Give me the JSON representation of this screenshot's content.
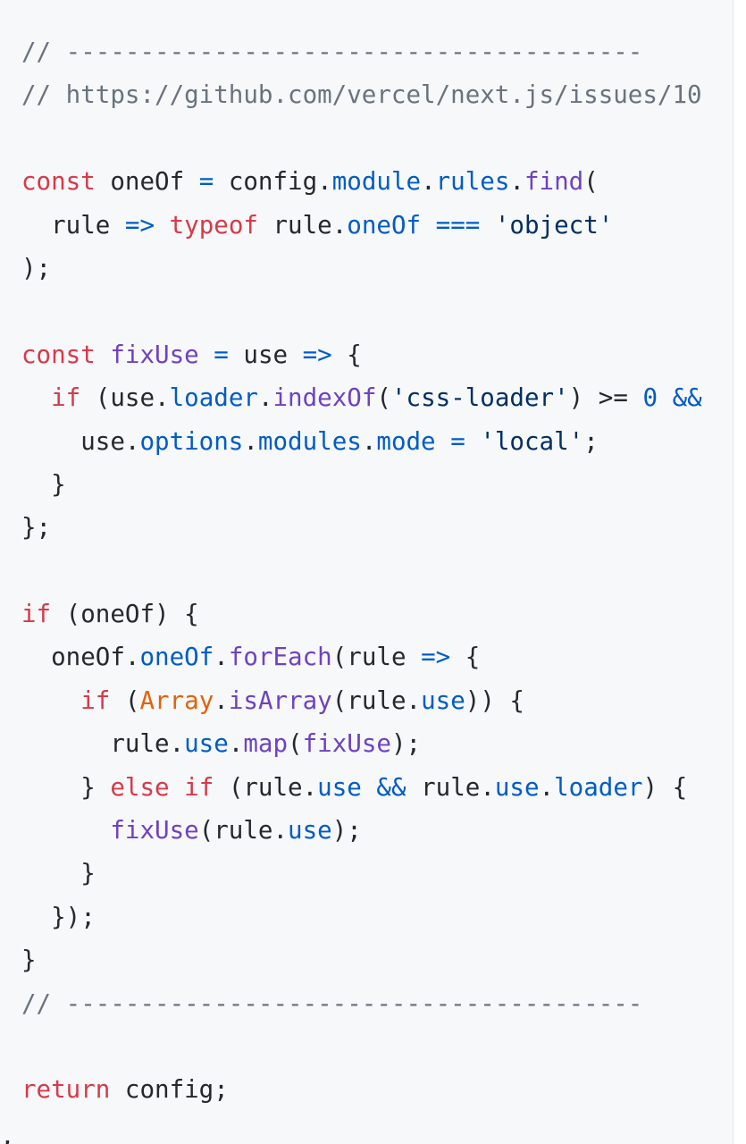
{
  "colors": {
    "background": "#f6f8fa",
    "text": "#24292e",
    "keyword": "#d73a49",
    "function": "#6f42c1",
    "property": "#005cc5",
    "string": "#032f62",
    "comment": "#6a737d",
    "builtin": "#e36209"
  },
  "code": {
    "lines": [
      [
        {
          "t": "// ---------------------------------------",
          "c": "comment"
        }
      ],
      [
        {
          "t": "// https://github.com/vercel/next.js/issues/10",
          "c": "comment"
        }
      ],
      [],
      [
        {
          "t": "const",
          "c": "keyword"
        },
        {
          "t": " oneOf ",
          "c": "plain"
        },
        {
          "t": "=",
          "c": "property"
        },
        {
          "t": " config.",
          "c": "plain"
        },
        {
          "t": "module",
          "c": "property"
        },
        {
          "t": ".",
          "c": "plain"
        },
        {
          "t": "rules",
          "c": "property"
        },
        {
          "t": ".",
          "c": "plain"
        },
        {
          "t": "find",
          "c": "function"
        },
        {
          "t": "(",
          "c": "plain"
        }
      ],
      [
        {
          "t": "  rule ",
          "c": "plain"
        },
        {
          "t": "=>",
          "c": "property"
        },
        {
          "t": " ",
          "c": "plain"
        },
        {
          "t": "typeof",
          "c": "keyword"
        },
        {
          "t": " rule.",
          "c": "plain"
        },
        {
          "t": "oneOf",
          "c": "property"
        },
        {
          "t": " ",
          "c": "plain"
        },
        {
          "t": "===",
          "c": "property"
        },
        {
          "t": " ",
          "c": "plain"
        },
        {
          "t": "'object'",
          "c": "string"
        }
      ],
      [
        {
          "t": ");",
          "c": "plain"
        }
      ],
      [],
      [
        {
          "t": "const",
          "c": "keyword"
        },
        {
          "t": " ",
          "c": "plain"
        },
        {
          "t": "fixUse",
          "c": "function"
        },
        {
          "t": " ",
          "c": "plain"
        },
        {
          "t": "=",
          "c": "property"
        },
        {
          "t": " use ",
          "c": "plain"
        },
        {
          "t": "=>",
          "c": "property"
        },
        {
          "t": " {",
          "c": "plain"
        }
      ],
      [
        {
          "t": "  ",
          "c": "plain"
        },
        {
          "t": "if",
          "c": "keyword"
        },
        {
          "t": " (use.",
          "c": "plain"
        },
        {
          "t": "loader",
          "c": "property"
        },
        {
          "t": ".",
          "c": "plain"
        },
        {
          "t": "indexOf",
          "c": "function"
        },
        {
          "t": "(",
          "c": "plain"
        },
        {
          "t": "'css-loader'",
          "c": "string"
        },
        {
          "t": ") >= ",
          "c": "plain"
        },
        {
          "t": "0",
          "c": "property"
        },
        {
          "t": " ",
          "c": "plain"
        },
        {
          "t": "&&",
          "c": "property"
        }
      ],
      [
        {
          "t": "    use.",
          "c": "plain"
        },
        {
          "t": "options",
          "c": "property"
        },
        {
          "t": ".",
          "c": "plain"
        },
        {
          "t": "modules",
          "c": "property"
        },
        {
          "t": ".",
          "c": "plain"
        },
        {
          "t": "mode",
          "c": "property"
        },
        {
          "t": " ",
          "c": "plain"
        },
        {
          "t": "=",
          "c": "property"
        },
        {
          "t": " ",
          "c": "plain"
        },
        {
          "t": "'local'",
          "c": "string"
        },
        {
          "t": ";",
          "c": "plain"
        }
      ],
      [
        {
          "t": "  }",
          "c": "plain"
        }
      ],
      [
        {
          "t": "};",
          "c": "plain"
        }
      ],
      [],
      [
        {
          "t": "if",
          "c": "keyword"
        },
        {
          "t": " (oneOf) {",
          "c": "plain"
        }
      ],
      [
        {
          "t": "  oneOf.",
          "c": "plain"
        },
        {
          "t": "oneOf",
          "c": "property"
        },
        {
          "t": ".",
          "c": "plain"
        },
        {
          "t": "forEach",
          "c": "function"
        },
        {
          "t": "(rule ",
          "c": "plain"
        },
        {
          "t": "=>",
          "c": "property"
        },
        {
          "t": " {",
          "c": "plain"
        }
      ],
      [
        {
          "t": "    ",
          "c": "plain"
        },
        {
          "t": "if",
          "c": "keyword"
        },
        {
          "t": " (",
          "c": "plain"
        },
        {
          "t": "Array",
          "c": "builtin"
        },
        {
          "t": ".",
          "c": "plain"
        },
        {
          "t": "isArray",
          "c": "function"
        },
        {
          "t": "(rule.",
          "c": "plain"
        },
        {
          "t": "use",
          "c": "property"
        },
        {
          "t": ")) {",
          "c": "plain"
        }
      ],
      [
        {
          "t": "      rule.",
          "c": "plain"
        },
        {
          "t": "use",
          "c": "property"
        },
        {
          "t": ".",
          "c": "plain"
        },
        {
          "t": "map",
          "c": "function"
        },
        {
          "t": "(",
          "c": "plain"
        },
        {
          "t": "fixUse",
          "c": "function"
        },
        {
          "t": ");",
          "c": "plain"
        }
      ],
      [
        {
          "t": "    } ",
          "c": "plain"
        },
        {
          "t": "else",
          "c": "keyword"
        },
        {
          "t": " ",
          "c": "plain"
        },
        {
          "t": "if",
          "c": "keyword"
        },
        {
          "t": " (rule.",
          "c": "plain"
        },
        {
          "t": "use",
          "c": "property"
        },
        {
          "t": " ",
          "c": "plain"
        },
        {
          "t": "&&",
          "c": "property"
        },
        {
          "t": " rule.",
          "c": "plain"
        },
        {
          "t": "use",
          "c": "property"
        },
        {
          "t": ".",
          "c": "plain"
        },
        {
          "t": "loader",
          "c": "property"
        },
        {
          "t": ") {",
          "c": "plain"
        }
      ],
      [
        {
          "t": "      ",
          "c": "plain"
        },
        {
          "t": "fixUse",
          "c": "function"
        },
        {
          "t": "(rule.",
          "c": "plain"
        },
        {
          "t": "use",
          "c": "property"
        },
        {
          "t": ");",
          "c": "plain"
        }
      ],
      [
        {
          "t": "    }",
          "c": "plain"
        }
      ],
      [
        {
          "t": "  });",
          "c": "plain"
        }
      ],
      [
        {
          "t": "}",
          "c": "plain"
        }
      ],
      [
        {
          "t": "// ---------------------------------------",
          "c": "comment"
        }
      ],
      [],
      [
        {
          "t": "return",
          "c": "keyword"
        },
        {
          "t": " config;",
          "c": "plain"
        }
      ]
    ]
  },
  "page_edge": {
    "trailing_text": ","
  }
}
